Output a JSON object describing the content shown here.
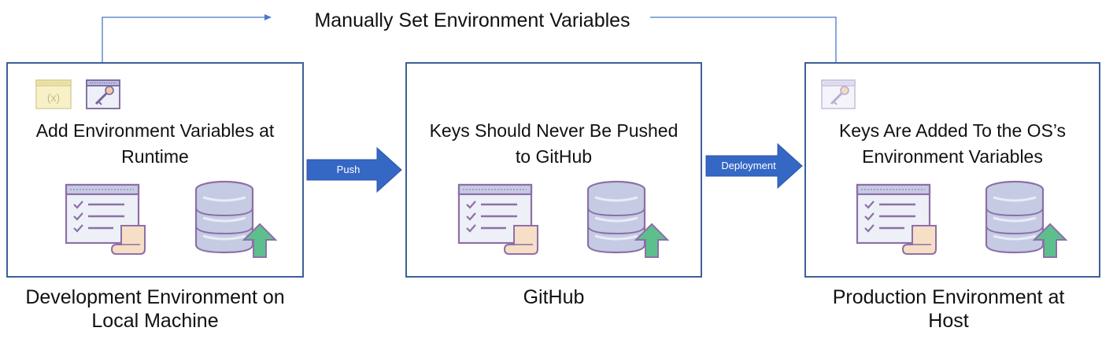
{
  "title": "Manually Set Environment Variables",
  "panels": {
    "dev": {
      "text": [
        "Add Environment Variables at",
        "Runtime"
      ],
      "caption": [
        "Development Environment on",
        "Local Machine"
      ]
    },
    "gh": {
      "text": [
        "Keys Should Never Be Pushed",
        "to GitHub"
      ],
      "caption": [
        "GitHub"
      ]
    },
    "prod": {
      "text": [
        "Keys Are Added To the OS’s",
        "Environment Variables"
      ],
      "caption": [
        "Production Environment at",
        "Host"
      ]
    }
  },
  "arrows": {
    "push": "Push",
    "deploy": "Deployment"
  },
  "icons": [
    "variable-window-icon",
    "key-window-icon",
    "checklist-document-icon",
    "database-upload-icon"
  ],
  "colors": {
    "border": "#3d5f9a",
    "arrow": "#3568c5",
    "connector": "#4a78c8",
    "icon_stroke": "#8e6fa8",
    "icon_fill": "#c5cbe3",
    "icon_arrow": "#5cc08d"
  }
}
